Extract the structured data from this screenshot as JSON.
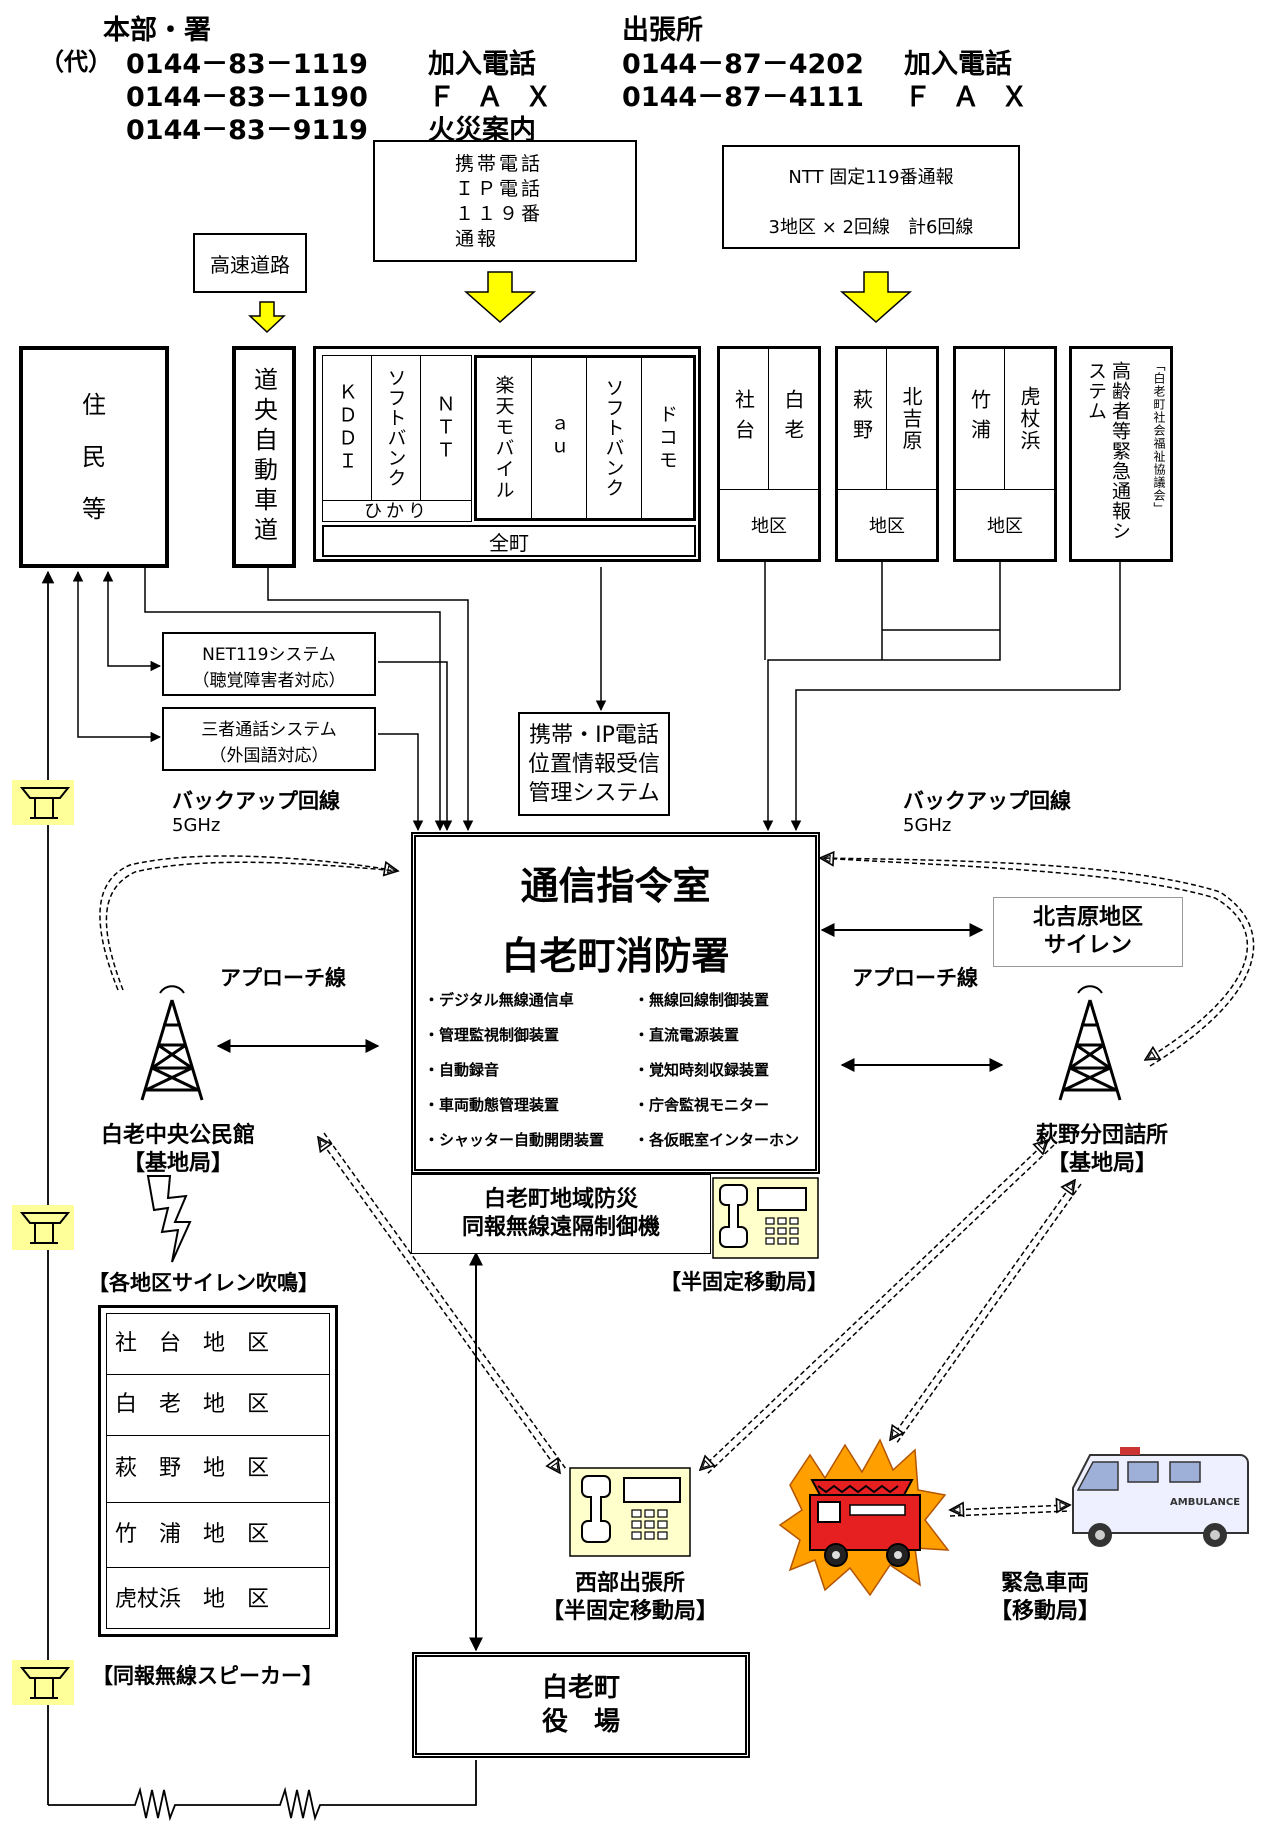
{
  "header": {
    "hq_title": "本部・署",
    "dai": "（代）",
    "hq_tel": "0144－83－1119",
    "hq_tel_label": "加入電話",
    "hq_fax": "0144－83－1190",
    "hq_fax_label": "Ｆ Ａ Ｘ",
    "hq_fire": "0144－83－9119",
    "hq_fire_label": "火災案内",
    "branch_title": "出張所",
    "branch_tel": "0144－87－4202",
    "branch_tel_label": "加入電話",
    "branch_fax": "0144－87－4111",
    "branch_fax_label": "Ｆ Ａ Ｘ"
  },
  "sources": {
    "highway": "高速道路",
    "mobile_report": "携帯電話\nＩＰ電話\n１１９番\n通報",
    "ntt_report_line1": "NTT 固定119番通報",
    "ntt_report_line2": "3地区 × 2回線　計6回線"
  },
  "residents": "住\n\n民\n\n等",
  "expressway": "道央自動車道",
  "carriers": {
    "kddi": "ＫＤＤＩ",
    "softbank1": "ソフトバンク",
    "ntt": "ＮＴＴ",
    "hikari": "ひかり",
    "rakuten": "楽天モバイル",
    "au": "ａｕ",
    "softbank2": "ソフトバンク",
    "docomo": "ドコモ",
    "zencho": "全町"
  },
  "districts": {
    "a_col1": "社台",
    "a_col2": "白老",
    "b_col1": "萩野",
    "b_col2": "北吉原",
    "c_col1": "竹浦",
    "c_col2": "虎杖浜",
    "label": "地区",
    "elder_main": "高齢者等緊急通報システム",
    "elder_sub": "「白老町社会福祉協議会」"
  },
  "systems": {
    "net119_line1": "NET119システム",
    "net119_line2": "（聴覚障害者対応）",
    "trio_line1": "三者通話システム",
    "trio_line2": "（外国語対応）",
    "location": "携帯・IP電話\n位置情報受信\n管理システム"
  },
  "backup": {
    "label": "バックアップ回線",
    "freq": "5GHz"
  },
  "approach": "アプローチ線",
  "command": {
    "title1": "通信指令室",
    "title2": "白老町消防署",
    "items": [
      "・デジタル無線通信卓",
      "・無線回線制御装置",
      "・管理監視制御装置",
      "・直流電源装置",
      "・自動録音",
      "・覚知時刻収録装置",
      "・車両動態管理装置",
      "・庁舎監視モニター",
      "・シャッター自動開閉装置",
      "・各仮眠室インターホン"
    ],
    "remote": "白老町地域防災\n同報無線遠隔制御機",
    "semi_fixed": "【半固定移動局】"
  },
  "siren_kitayoshihara": "北吉原地区\nサイレン",
  "stations": {
    "central_name": "白老中央公民館",
    "central_role": "【基地局】",
    "hagino_name": "萩野分団詰所",
    "hagino_role": "【基地局】"
  },
  "siren_list": {
    "title": "【各地区サイレン吹鳴】",
    "rows": [
      "社　台　地　区",
      "白　老　地　区",
      "萩　野　地　区",
      "竹　浦　地　区",
      "虎杖浜　地　区"
    ],
    "speaker": "【同報無線スピーカー】"
  },
  "west_branch": {
    "name": "西部出張所",
    "role": "【半固定移動局】"
  },
  "vehicles": {
    "name": "緊急車両",
    "role": "【移動局】",
    "ambulance_text": "AMBULANCE"
  },
  "town_hall": "白老町\n役　場",
  "colors": {
    "arrow_yellow": "#ffff00",
    "speaker_yellow": "#ffff99",
    "phone_yellow": "#ffffcc",
    "fire_red": "#e62020",
    "fire_orange": "#ffa000"
  }
}
